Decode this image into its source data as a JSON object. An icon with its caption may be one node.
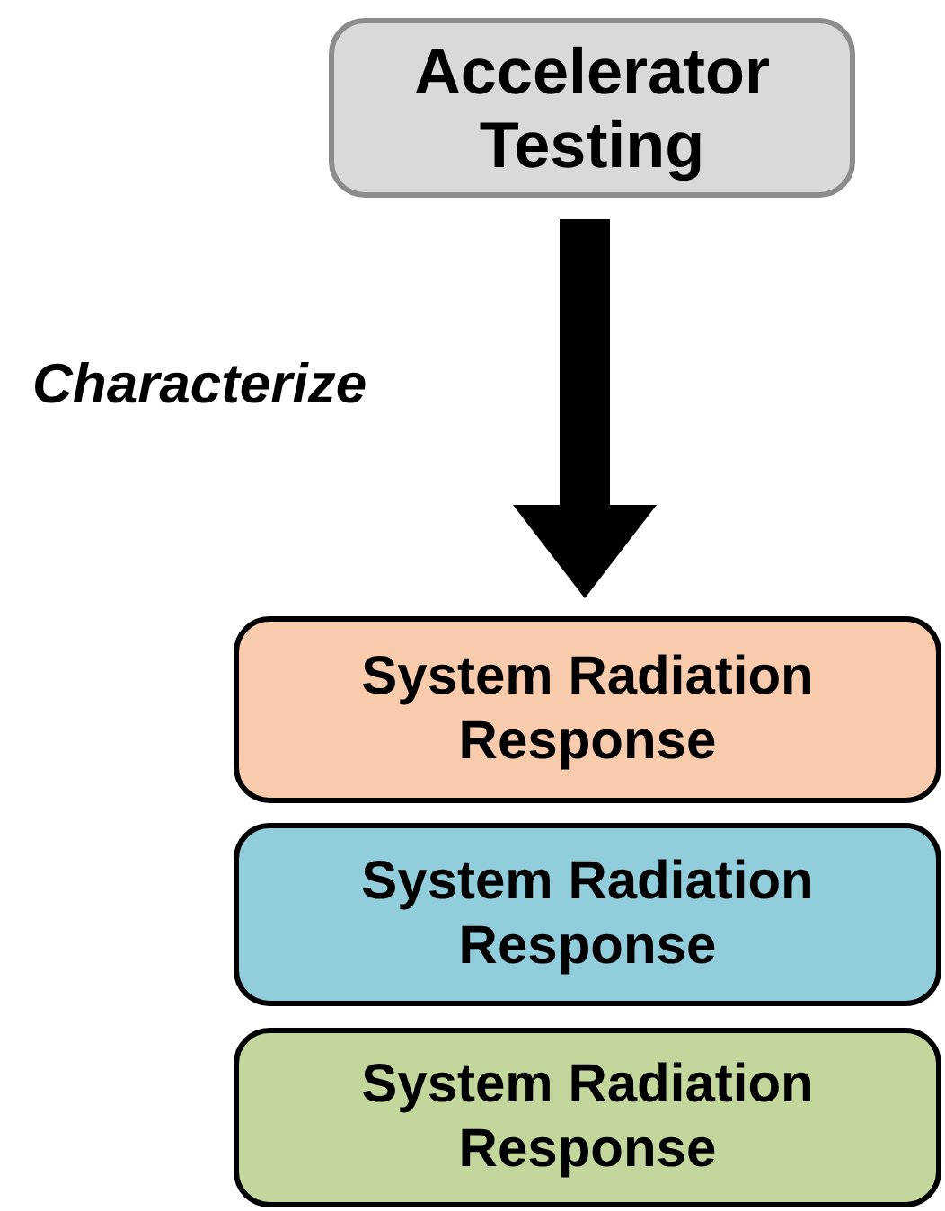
{
  "diagram": {
    "nodes": [
      {
        "text": [
          "Accelerator Testing"
        ]
      },
      {
        "text": [
          "System Radiation Response"
        ]
      },
      {
        "text": [
          "System Radiation Response"
        ]
      },
      {
        "text": [
          "System Radiation Response"
        ]
      }
    ],
    "edges": [
      {
        "from": 0,
        "to": 1,
        "arrow": "to",
        "label": "Characterize"
      }
    ]
  }
}
